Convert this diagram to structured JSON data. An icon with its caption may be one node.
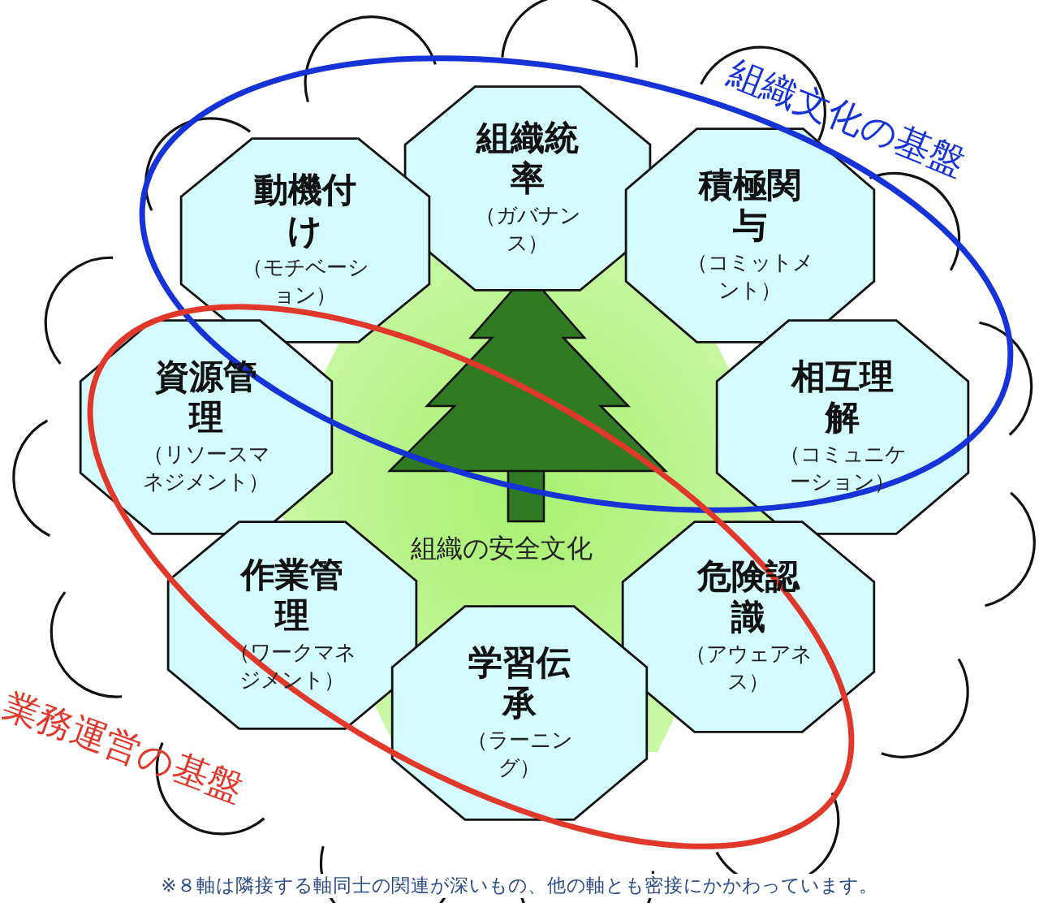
{
  "diagram": {
    "nodes": [
      {
        "text": [
          "組織の安全文化"
        ]
      },
      {
        "text": [
          "組織統率",
          "（ガバナンス）"
        ]
      },
      {
        "text": [
          "動機付け",
          "（モチベーション）"
        ]
      },
      {
        "text": [
          "積極関与",
          "（コミットメント）"
        ]
      },
      {
        "text": [
          "資源管理",
          "（リソースマネジメント）"
        ]
      },
      {
        "text": [
          "相互理解",
          "（コミュニケーション）"
        ]
      },
      {
        "text": [
          "作業管理",
          "（ワークマネジメント）"
        ]
      },
      {
        "text": [
          "危険認識",
          "（アウェアネス）"
        ]
      },
      {
        "text": [
          "学習伝承",
          "（ラーニング）"
        ]
      },
      {
        "text": [
          "組織文化の基盤"
        ]
      },
      {
        "text": [
          "業務運営の基盤"
        ]
      }
    ],
    "edges": [],
    "labels": [
      "※８軸は隣接する軸同士の関連が深いもの、他の軸とも密接にかかわっています。"
    ]
  }
}
